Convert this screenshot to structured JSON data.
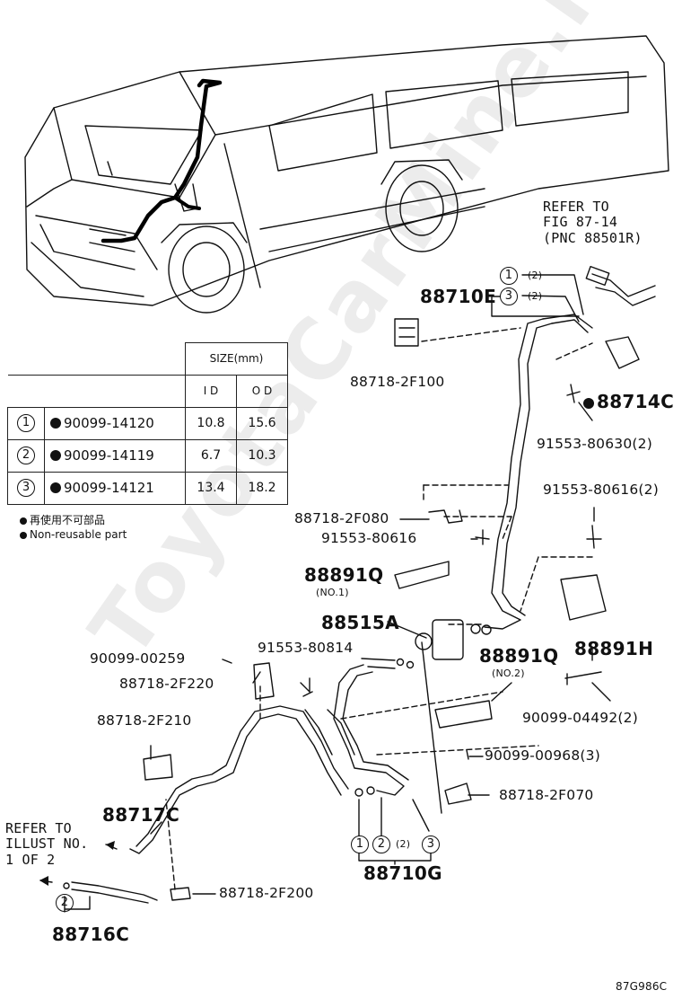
{
  "watermark": "ToyotaCarMine.ru",
  "figure_code": "87G986C",
  "table": {
    "size_header": "SIZE(mm)",
    "id_header": "I D",
    "od_header": "O D",
    "rows": [
      {
        "ref": "1",
        "part": "90099-14120",
        "id": "10.8",
        "od": "15.6"
      },
      {
        "ref": "2",
        "part": "90099-14119",
        "id": "6.7",
        "od": "10.3"
      },
      {
        "ref": "3",
        "part": "90099-14121",
        "id": "13.4",
        "od": "18.2"
      }
    ]
  },
  "legend": {
    "japanese": "再使用不可部品",
    "english": "Non-reusable part"
  },
  "refer_fig": {
    "line1": "REFER TO",
    "line2": "FIG 87-14",
    "line3": "(PNC 88501R)"
  },
  "refer_illust": {
    "line1": "REFER TO",
    "line2": "ILLUST NO.",
    "line3": "1 OF 2"
  },
  "labels": {
    "p88710E": "88710E",
    "o1_top": "1",
    "o3_top": "3",
    "qty2_a": "(2)",
    "qty2_b": "(2)",
    "p88718_2F100": "88718-2F100",
    "p88714C": "88714C",
    "p91553_80630": "91553-80630(2)",
    "p91553_80616_2": "91553-80616(2)",
    "p88718_2F080": "88718-2F080",
    "p91553_80616": "91553-80616",
    "p88891Q_1": "88891Q",
    "no1": "(NO.1)",
    "p88515A": "88515A",
    "p91553_80814": "91553-80814",
    "p90099_00259": "90099-00259",
    "p88718_2F220": "88718-2F220",
    "p88891Q_2": "88891Q",
    "no2": "(NO.2)",
    "p88891H": "88891H",
    "p90099_04492": "90099-04492(2)",
    "p88718_2F210": "88718-2F210",
    "p90099_00968": "90099-00968(3)",
    "p88718_2F070": "88718-2F070",
    "p88717C": "88717C",
    "o1_bot": "1",
    "o2_bot": "2",
    "qty2_c": "(2)",
    "o3_bot": "3",
    "p88710G": "88710G",
    "o2_left": "2",
    "p88716C": "88716C",
    "p88718_2F200": "88718-2F200"
  }
}
